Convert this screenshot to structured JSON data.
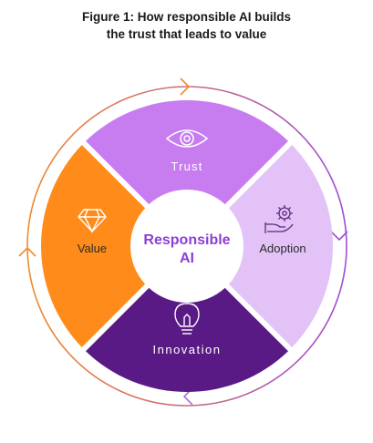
{
  "figure": {
    "title_line1": "Figure 1: How responsible AI builds",
    "title_line2": "the trust that leads to value"
  },
  "center": {
    "line1": "Responsible",
    "line2": "AI",
    "color": "#8b3fd6"
  },
  "segments": [
    {
      "key": "trust",
      "label": "Trust",
      "color": "#c77df0",
      "text_color": "#ffffff",
      "icon": "eye-icon"
    },
    {
      "key": "adoption",
      "label": "Adoption",
      "color": "#e3c3f7",
      "text_color": "#2a2a2a",
      "icon": "gear-hand-icon"
    },
    {
      "key": "innovation",
      "label": "Innovation",
      "color": "#5a1a86",
      "text_color": "#ffffff",
      "icon": "lightbulb-icon"
    },
    {
      "key": "value",
      "label": "Value",
      "color": "#ff8c1a",
      "text_color": "#2a2a2a",
      "icon": "diamond-icon"
    }
  ],
  "cycle_colors": {
    "orange": "#f08a2c",
    "purple": "#a04cd6"
  }
}
